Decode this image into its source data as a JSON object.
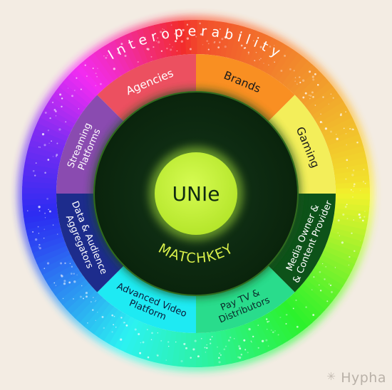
{
  "ring_title": "Interoperability",
  "center": {
    "label": "UNIe",
    "caption": "MATCHKEY"
  },
  "segments": [
    {
      "lines": [
        "Agencies"
      ],
      "color": "#ec5060"
    },
    {
      "lines": [
        "Brands"
      ],
      "color": "#f98f22"
    },
    {
      "lines": [
        "Gaming"
      ],
      "color": "#f3ee5a"
    },
    {
      "lines": [
        "Media Owner &",
        "& Content Provider"
      ],
      "color": "#0d5219"
    },
    {
      "lines": [
        "Pay TV &",
        "Distributors"
      ],
      "color": "#29dc8c"
    },
    {
      "lines": [
        "Advanced Video",
        "Platform"
      ],
      "color": "#1eeaf3"
    },
    {
      "lines": [
        "Data & Audience",
        "Aggregators"
      ],
      "color": "#1d2c8c"
    },
    {
      "lines": [
        "Streaming",
        "Platforms"
      ],
      "color": "#8a4bb0"
    }
  ],
  "colors": {
    "background": "#f3ece3",
    "core_dark": "#0c2a0e",
    "core_lime": "#c4f23a",
    "matchkey_text": "#d8f04a"
  },
  "brand": {
    "name": "Hypha",
    "icon": "hypha-logo-icon"
  }
}
